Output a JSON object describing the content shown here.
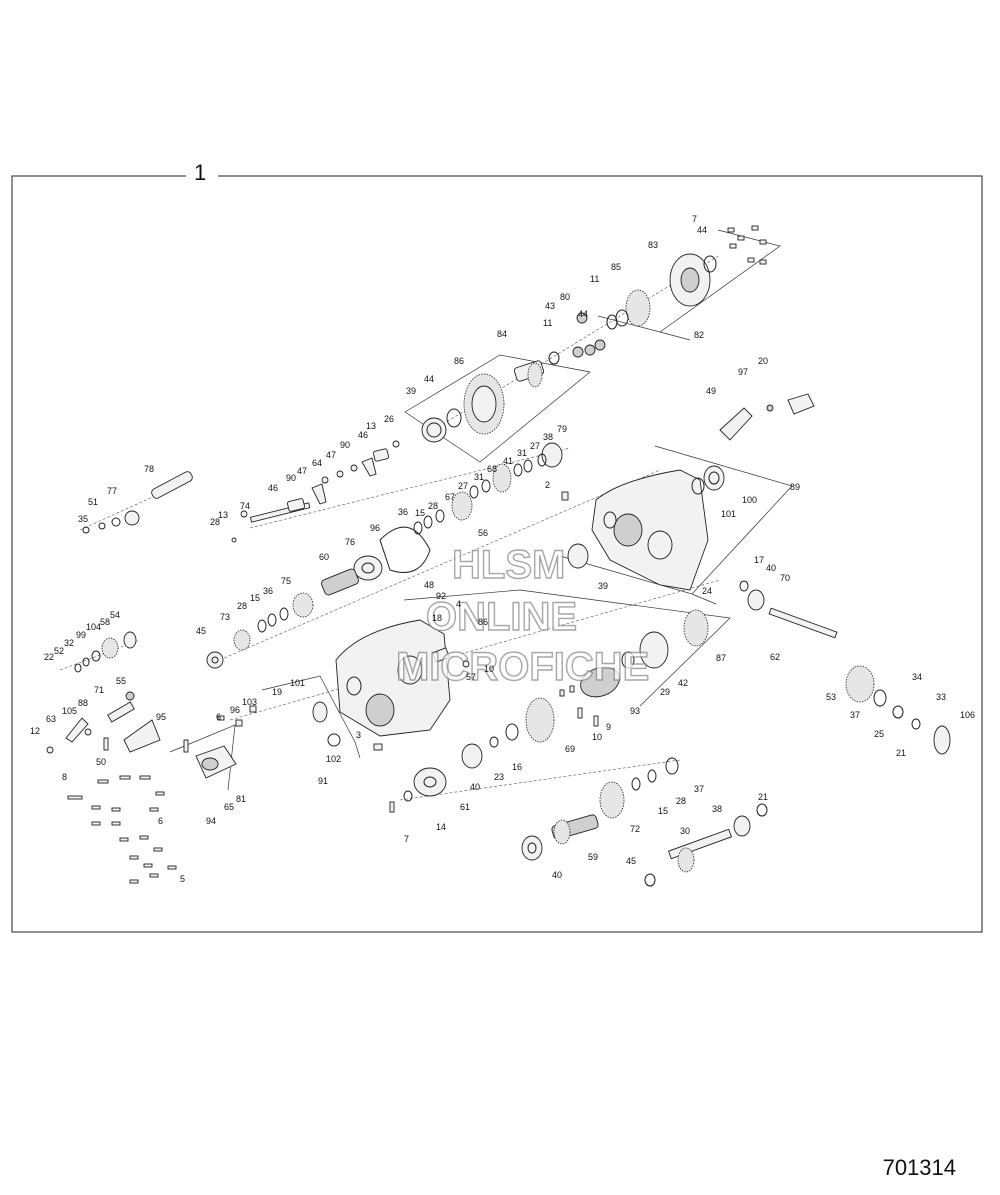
{
  "assembly_number": "1",
  "diagram_id": "701314",
  "watermark": {
    "line1": "HLSM",
    "line2": "ONLINE",
    "line3": "MICROFICHE"
  },
  "callouts": [
    {
      "label": "7"
    },
    {
      "label": "44"
    },
    {
      "label": "83"
    },
    {
      "label": "85"
    },
    {
      "label": "11"
    },
    {
      "label": "80"
    },
    {
      "label": "43"
    },
    {
      "label": "44"
    },
    {
      "label": "11"
    },
    {
      "label": "84"
    },
    {
      "label": "82"
    },
    {
      "label": "86"
    },
    {
      "label": "44"
    },
    {
      "label": "39"
    },
    {
      "label": "26"
    },
    {
      "label": "13"
    },
    {
      "label": "46"
    },
    {
      "label": "90"
    },
    {
      "label": "47"
    },
    {
      "label": "64"
    },
    {
      "label": "47"
    },
    {
      "label": "90"
    },
    {
      "label": "46"
    },
    {
      "label": "74"
    },
    {
      "label": "28"
    },
    {
      "label": "13"
    },
    {
      "label": "78"
    },
    {
      "label": "77"
    },
    {
      "label": "51"
    },
    {
      "label": "35"
    },
    {
      "label": "20"
    },
    {
      "label": "97"
    },
    {
      "label": "49"
    },
    {
      "label": "79"
    },
    {
      "label": "38"
    },
    {
      "label": "27"
    },
    {
      "label": "31"
    },
    {
      "label": "41"
    },
    {
      "label": "68"
    },
    {
      "label": "31"
    },
    {
      "label": "27"
    },
    {
      "label": "67"
    },
    {
      "label": "28"
    },
    {
      "label": "15"
    },
    {
      "label": "36"
    },
    {
      "label": "96"
    },
    {
      "label": "76"
    },
    {
      "label": "60"
    },
    {
      "label": "2"
    },
    {
      "label": "89"
    },
    {
      "label": "100"
    },
    {
      "label": "101"
    },
    {
      "label": "56"
    },
    {
      "label": "48"
    },
    {
      "label": "92"
    },
    {
      "label": "4"
    },
    {
      "label": "86"
    },
    {
      "label": "39"
    },
    {
      "label": "75"
    },
    {
      "label": "36"
    },
    {
      "label": "15"
    },
    {
      "label": "28"
    },
    {
      "label": "73"
    },
    {
      "label": "45"
    },
    {
      "label": "54"
    },
    {
      "label": "58"
    },
    {
      "label": "104"
    },
    {
      "label": "99"
    },
    {
      "label": "32"
    },
    {
      "label": "52"
    },
    {
      "label": "22"
    },
    {
      "label": "18"
    },
    {
      "label": "10"
    },
    {
      "label": "57"
    },
    {
      "label": "17"
    },
    {
      "label": "40"
    },
    {
      "label": "70"
    },
    {
      "label": "24"
    },
    {
      "label": "62"
    },
    {
      "label": "87"
    },
    {
      "label": "42"
    },
    {
      "label": "29"
    },
    {
      "label": "34"
    },
    {
      "label": "33"
    },
    {
      "label": "106"
    },
    {
      "label": "53"
    },
    {
      "label": "37"
    },
    {
      "label": "25"
    },
    {
      "label": "21"
    },
    {
      "label": "55"
    },
    {
      "label": "71"
    },
    {
      "label": "88"
    },
    {
      "label": "105"
    },
    {
      "label": "63"
    },
    {
      "label": "12"
    },
    {
      "label": "50"
    },
    {
      "label": "95"
    },
    {
      "label": "6"
    },
    {
      "label": "96"
    },
    {
      "label": "103"
    },
    {
      "label": "19"
    },
    {
      "label": "101"
    },
    {
      "label": "3"
    },
    {
      "label": "102"
    },
    {
      "label": "91"
    },
    {
      "label": "93"
    },
    {
      "label": "9"
    },
    {
      "label": "10"
    },
    {
      "label": "69"
    },
    {
      "label": "16"
    },
    {
      "label": "23"
    },
    {
      "label": "40"
    },
    {
      "label": "8"
    },
    {
      "label": "81"
    },
    {
      "label": "65"
    },
    {
      "label": "6"
    },
    {
      "label": "94"
    },
    {
      "label": "61"
    },
    {
      "label": "14"
    },
    {
      "label": "7"
    },
    {
      "label": "37"
    },
    {
      "label": "28"
    },
    {
      "label": "15"
    },
    {
      "label": "72"
    },
    {
      "label": "59"
    },
    {
      "label": "40"
    },
    {
      "label": "21"
    },
    {
      "label": "38"
    },
    {
      "label": "30"
    },
    {
      "label": "45"
    },
    {
      "label": "5"
    }
  ]
}
